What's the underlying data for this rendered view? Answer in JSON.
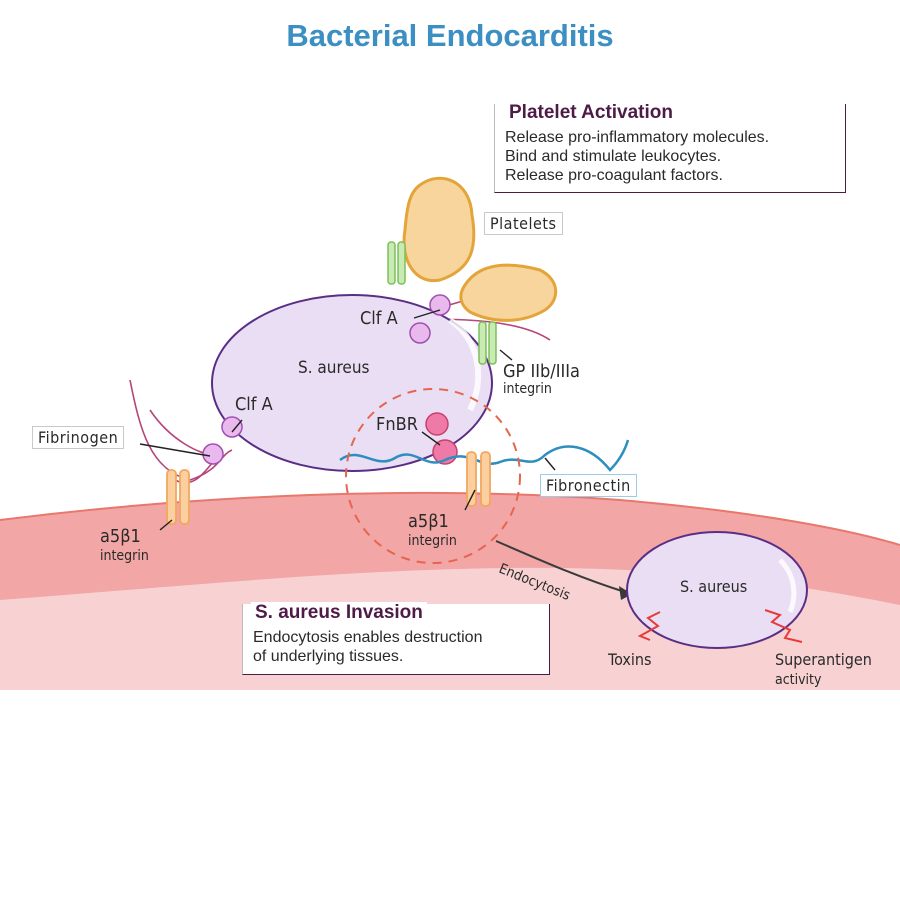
{
  "title": "Bacterial Endocarditis",
  "platelet_box": {
    "heading": "Platelet Activation",
    "lines": [
      "Release pro-inflammatory molecules.",
      "Bind and stimulate leukocytes.",
      "Release pro-coagulant factors."
    ]
  },
  "invasion_box": {
    "heading": "S. aureus Invasion",
    "lines": [
      "Endocytosis enables destruction",
      "of underlying tissues."
    ]
  },
  "labels": {
    "platelets": "Platelets",
    "clfa_top": "Clf A",
    "clfa_left": "Clf A",
    "saureus_main": "S. aureus",
    "saureus_small": "S. aureus",
    "gp_line1": "GP IIb/IIIa",
    "gp_line2": "integrin",
    "fnbr": "FnBR",
    "fibrinogen": "Fibrinogen",
    "fibronectin": "Fibronectin",
    "a5b1_left_1": "a5β1",
    "a5b1_left_2": "integrin",
    "a5b1_mid_1": "a5β1",
    "a5b1_mid_2": "integrin",
    "endocytosis": "Endocytosis",
    "toxins": "Toxins",
    "superantigen_1": "Superantigen",
    "superantigen_2": "activity"
  },
  "colors": {
    "title": "#3b8fc2",
    "tissue_dark": "#f2a6a6",
    "tissue_light": "#f8d2d2",
    "bacterium_fill": "#e9def3",
    "bacterium_stroke": "#5b2e86",
    "platelet_fill": "#f7d59c",
    "platelet_stroke": "#e3a53a",
    "integrin_orange": "#f2a85c",
    "gp_green": "#9ed27f",
    "fibrinogen_line": "#b5457a",
    "fibronectin_line": "#2d8ec0",
    "clfa_fill": "#e9b8ec",
    "fnbr_fill": "#ef7aa8",
    "dashed_circle": "#e5654f"
  }
}
